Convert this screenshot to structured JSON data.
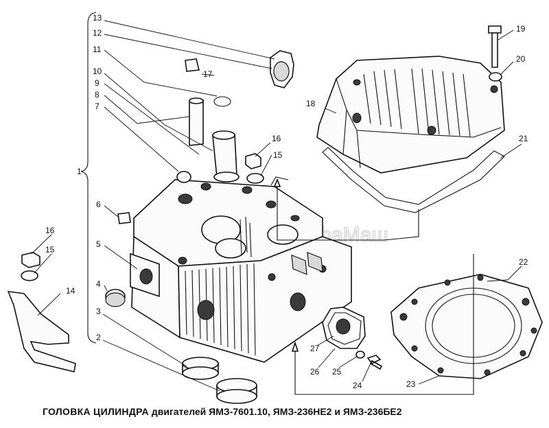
{
  "caption": {
    "title": "ГОЛОВКА ЦИЛИНДРА",
    "subtitle": "двигателей ЯМЗ-7601.10, ЯМЗ-236НЕ2 и ЯМЗ-236БЕ2"
  },
  "watermark": "АльфаМаш",
  "labels": {
    "p1": "1",
    "p2": "2",
    "p3": "3",
    "p4": "4",
    "p5": "5",
    "p6": "6",
    "p7": "7",
    "p8": "8",
    "p9": "9",
    "p10": "10",
    "p11": "11",
    "p12": "12",
    "p13": "13",
    "p14": "14",
    "p15a": "15",
    "p15b": "15",
    "p16a": "16",
    "p16b": "16",
    "p17": "17",
    "p18": "18",
    "p19": "19",
    "p20": "20",
    "p21": "21",
    "p22": "22",
    "p23": "23",
    "p24": "24",
    "p25": "25",
    "p26": "26",
    "p27": "27"
  }
}
